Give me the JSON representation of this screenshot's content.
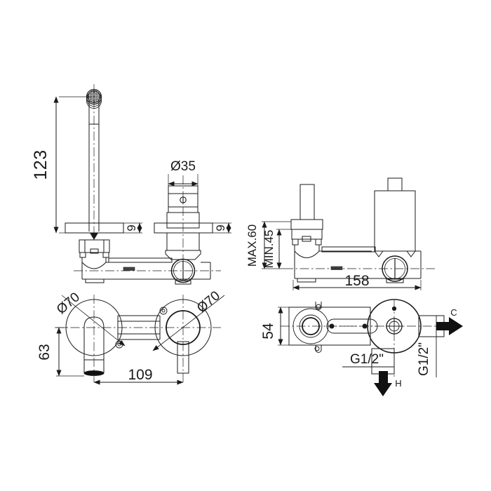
{
  "drawing": {
    "title": "Wall-mounted basin mixer technical drawing",
    "background_color": "#ffffff",
    "line_color": "#1a1a1a",
    "views": [
      {
        "name": "front-elevation",
        "labels": [
          {
            "id": "height-123",
            "text": "123",
            "rotated": true,
            "meaning": "spout height from wall plate centerline, mm"
          },
          {
            "id": "dia-35",
            "text": "Ø35",
            "rotated": false,
            "meaning": "handle diameter, mm"
          },
          {
            "id": "plate-thickness-left",
            "text": "9",
            "rotated": true,
            "meaning": "wall plate thickness, mm"
          },
          {
            "id": "plate-thickness-right",
            "text": "9",
            "rotated": true,
            "meaning": "wall plate thickness, mm"
          }
        ]
      },
      {
        "name": "bottom-plan-left",
        "labels": [
          {
            "id": "dia-70-left",
            "text": "Ø70",
            "rotated": true,
            "meaning": "left escutcheon diameter, mm"
          },
          {
            "id": "dia-70-right",
            "text": "Ø70",
            "rotated": true,
            "meaning": "right escutcheon diameter, mm"
          },
          {
            "id": "spout-projection-63",
            "text": "63",
            "rotated": true,
            "meaning": "spout projection, mm"
          },
          {
            "id": "center-distance-109",
            "text": "109",
            "rotated": false,
            "meaning": "centre distance between escutcheons, mm"
          }
        ]
      },
      {
        "name": "side-elevation",
        "labels": [
          {
            "id": "max-60",
            "text": "MAX.60",
            "rotated": true,
            "meaning": "maximum wall recess depth, mm"
          },
          {
            "id": "min-45",
            "text": "MIN.45",
            "rotated": true,
            "meaning": "minimum wall recess depth, mm"
          },
          {
            "id": "length-158",
            "text": "158",
            "rotated": false,
            "meaning": "overall body length, mm"
          }
        ]
      },
      {
        "name": "rough-in-plan",
        "labels": [
          {
            "id": "body-width-54",
            "text": "54",
            "rotated": true,
            "meaning": "body width, mm"
          },
          {
            "id": "thread-hot",
            "text": "G1/2\"",
            "rotated": false,
            "meaning": "hot water inlet thread"
          },
          {
            "id": "thread-cold",
            "text": "G1/2\"",
            "rotated": true,
            "meaning": "cold water inlet thread"
          },
          {
            "id": "inlet-cold",
            "text": "C",
            "rotated": false,
            "meaning": "cold water inlet marker"
          },
          {
            "id": "inlet-hot",
            "text": "H",
            "rotated": false,
            "meaning": "hot water inlet marker"
          }
        ]
      }
    ]
  },
  "dimensions": {
    "height_123": "123",
    "diameter_35": "Ø35",
    "plate_9_left": "9",
    "plate_9_right": "9",
    "diameter_70_left": "Ø70",
    "diameter_70_right": "Ø70",
    "projection_63": "63",
    "center_109": "109",
    "max_60": "MAX.60",
    "min_45": "MIN.45",
    "length_158": "158",
    "width_54": "54",
    "thread_hot": "G1/2\"",
    "thread_cold": "G1/2\"",
    "marker_cold": "C",
    "marker_hot": "H"
  }
}
